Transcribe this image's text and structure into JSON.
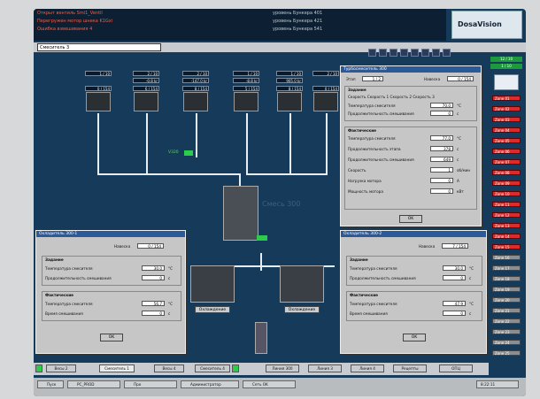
{
  "ticker": [
    {
      "text": "Открыт вентиль Smi1_Ventil",
      "color": "red"
    },
    {
      "text": "Перегружен мотор шнека K1Gxi",
      "color": "red"
    },
    {
      "text": "Ошибка взвешивания 4",
      "color": "red"
    }
  ],
  "ticker_right": [
    "уровень Бункера 401",
    "уровень Бункера 421",
    "уровень Бункера 541"
  ],
  "brand": "DosaVision",
  "mixer_select": "Смеситель 3",
  "hoppers": [
    {
      "top": "1 / 10",
      "mid": "",
      "bot": "0 / 154",
      "id": "31"
    },
    {
      "top": "2 / 10",
      "mid": "-0.8 kr",
      "bot": "6 / 154",
      "id": "32"
    },
    {
      "top": "2 / 10",
      "mid": "-147.0 kr",
      "bot": "8 / 154",
      "id": "33"
    },
    {
      "top": "1 / 10",
      "mid": "-8.8 kr",
      "bot": "5 / 154",
      "id": "34"
    },
    {
      "top": "1 / 10",
      "mid": "905.0 kr",
      "bot": "8 / 154",
      "id": "35"
    },
    {
      "top": "2 / 10",
      "mid": "",
      "bot": "0 / 154",
      "id": "36"
    }
  ],
  "valve_label": "V320",
  "mixer_label": "Смесь 300",
  "turbo": {
    "title": "Турбосмеситель 300",
    "step_label": "Этап",
    "step": "1 / 2",
    "recipe_label": "Навеска",
    "recipe": "0 / 154",
    "set_group": "Задание",
    "speeds": "Скорость   Скорость 1  Скорость 2  Скорость 3",
    "set_rows": [
      {
        "label": "Температура смесителя",
        "value": "70.0",
        "unit": "°C"
      },
      {
        "label": "Продолжительность смешивания",
        "value": "0",
        "unit": "c"
      }
    ],
    "act_group": "Фактические",
    "act_rows": [
      {
        "label": "Температура смесителя",
        "value": "77.0",
        "unit": "°C"
      },
      {
        "label": "Продолжительность этапа",
        "value": "378",
        "unit": "c"
      },
      {
        "label": "Продолжительность смешивания",
        "value": "649",
        "unit": "c"
      },
      {
        "label": "Скорость",
        "value": "1",
        "unit": "об/мин"
      },
      {
        "label": "Нагрузка мотора",
        "value": "0",
        "unit": "A"
      },
      {
        "label": "Мощность мотора",
        "value": "0",
        "unit": "кВт"
      }
    ],
    "ok": "OK"
  },
  "cooler1": {
    "title": "Охладитель 300-1",
    "recipe_label": "Навеска",
    "recipe": "0 / 154",
    "set_group": "Задание",
    "set_rows": [
      {
        "label": "Температура смесителя",
        "value": "30.0",
        "unit": "°C"
      },
      {
        "label": "Продолжительность смешивания",
        "value": "0",
        "unit": "c"
      }
    ],
    "act_group": "Фактические",
    "act_rows": [
      {
        "label": "Температура смесителя",
        "value": "56.7",
        "unit": "°C"
      },
      {
        "label": "Время смешивания",
        "value": "0",
        "unit": "c"
      }
    ],
    "ok": "OK"
  },
  "cooler2": {
    "title": "Охладитель 300-2",
    "recipe_label": "Навеска",
    "recipe": "7 / 154",
    "set_group": "Задание",
    "set_rows": [
      {
        "label": "Температура смесителя",
        "value": "30.0",
        "unit": "°C"
      },
      {
        "label": "Продолжительность смешивания",
        "value": "0",
        "unit": "c"
      }
    ],
    "act_group": "Фактические",
    "act_rows": [
      {
        "label": "Температура смесителя",
        "value": "47.9",
        "unit": "°C"
      },
      {
        "label": "Время смешивания",
        "value": "0",
        "unit": "c"
      }
    ],
    "ok": "OK"
  },
  "cooler_labels": [
    "Охлаждение",
    "Охлаждение"
  ],
  "right_green": [
    "12 / 10",
    "1 / 10"
  ],
  "right_buttons": [
    "Zone 01",
    "Zone 02",
    "Zone 03",
    "Zone 04",
    "Zone 05",
    "Zone 06",
    "Zone 07",
    "Zone 08",
    "Zone 09",
    "Zone 10",
    "Zone 11",
    "Zone 12",
    "Zone 13",
    "Zone 14",
    "Zone 15",
    "Zone 16",
    "Zone 17",
    "Zone 18",
    "Zone 19",
    "Zone 20",
    "Zone 21",
    "Zone 22",
    "Zone 23",
    "Zone 24",
    "Zone 25"
  ],
  "bottom_buttons": [
    "Весы 2",
    "Смеситель 1",
    "Весы 4",
    "Смеситель 4",
    "Линия 300",
    "Линия 3",
    "Линия 4",
    "Рецепты",
    "ОПЦ"
  ],
  "taskbar": [
    "Пуск",
    "PC_PROD",
    "Про",
    "Администратор",
    "Сеть OK"
  ],
  "clock": "8:22:11",
  "colors": {
    "bg": "#163a5a",
    "alarm": "#ff5a3c",
    "ok_green": "#1c9a3c",
    "alert_red": "#e02a2a"
  }
}
